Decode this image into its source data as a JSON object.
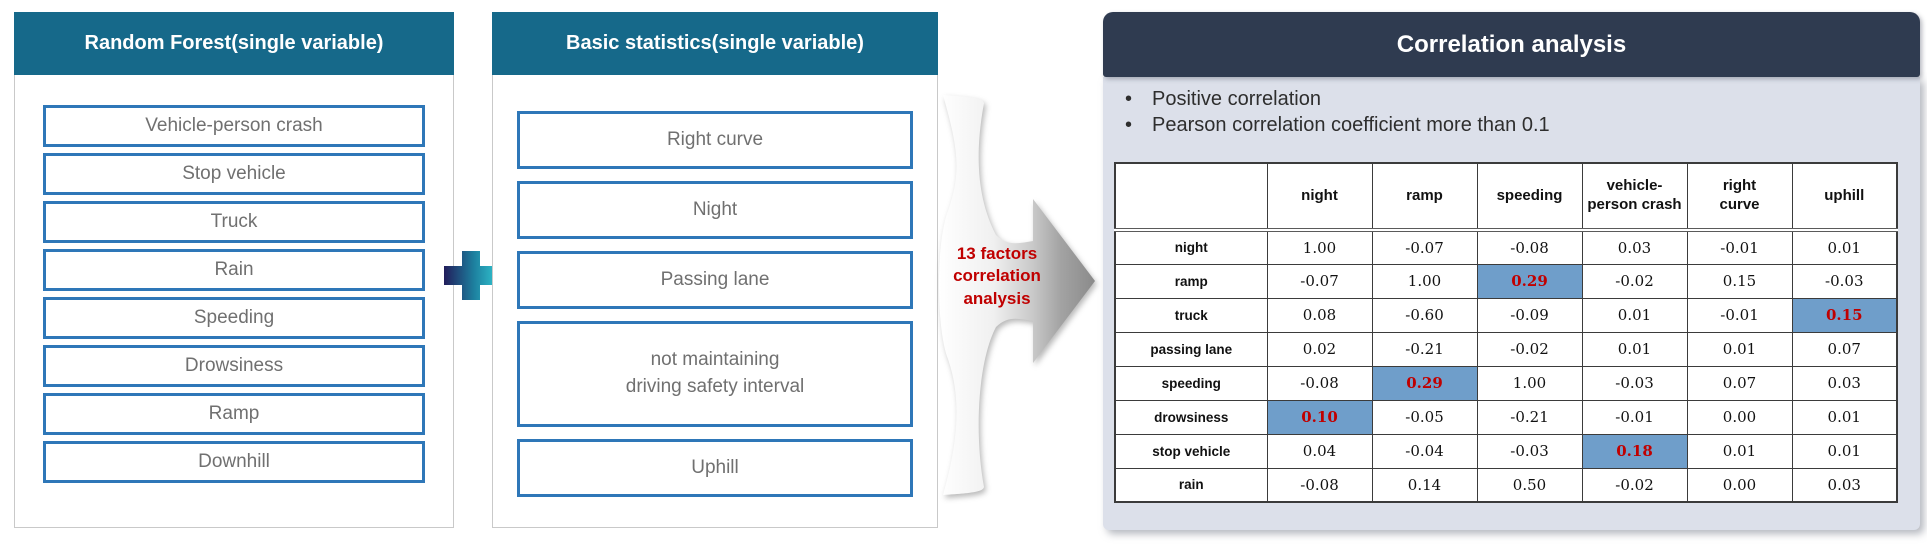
{
  "colors": {
    "panel_header": "#16698a",
    "box_border": "#2e77b8",
    "right_header": "#2f3b50",
    "right_body": "#dce0ea",
    "highlight_cell": "#6f9eca",
    "highlight_text": "#c00000",
    "accent_red": "#c00000"
  },
  "random_forest": {
    "title": "Random Forest(single variable)",
    "items": [
      "Vehicle-person crash",
      "Stop vehicle",
      "Truck",
      "Rain",
      "Speeding",
      "Drowsiness",
      "Ramp",
      "Downhill"
    ]
  },
  "basic_statistics": {
    "title": "Basic statistics(single variable)",
    "items": [
      "Right curve",
      "Night",
      "Passing lane",
      "not maintaining\ndriving safety interval",
      "Uphill"
    ]
  },
  "arrow": {
    "label": "13 factors\ncorrelation\nanalysis"
  },
  "correlation": {
    "title": "Correlation analysis",
    "bullets": [
      "Positive correlation",
      "Pearson correlation coefficient more than 0.1"
    ],
    "table": {
      "corner": "",
      "columns": [
        "night",
        "ramp",
        "speeding",
        "vehicle-\nperson crash",
        "right\ncurve",
        "uphill"
      ],
      "rows": [
        {
          "label": "night",
          "values": [
            "1.00",
            "-0.07",
            "-0.08",
            "0.03",
            "-0.01",
            "0.01"
          ],
          "highlight": []
        },
        {
          "label": "ramp",
          "values": [
            "-0.07",
            "1.00",
            "0.29",
            "-0.02",
            "0.15",
            "-0.03"
          ],
          "highlight": [
            2
          ]
        },
        {
          "label": "truck",
          "values": [
            "0.08",
            "-0.60",
            "-0.09",
            "0.01",
            "-0.01",
            "0.15"
          ],
          "highlight": [
            5
          ]
        },
        {
          "label": "passing lane",
          "values": [
            "0.02",
            "-0.21",
            "-0.02",
            "0.01",
            "0.01",
            "0.07"
          ],
          "highlight": []
        },
        {
          "label": "speeding",
          "values": [
            "-0.08",
            "0.29",
            "1.00",
            "-0.03",
            "0.07",
            "0.03"
          ],
          "highlight": [
            1
          ]
        },
        {
          "label": "drowsiness",
          "values": [
            "0.10",
            "-0.05",
            "-0.21",
            "-0.01",
            "0.00",
            "0.01"
          ],
          "highlight": [
            0
          ]
        },
        {
          "label": "stop vehicle",
          "values": [
            "0.04",
            "-0.04",
            "-0.03",
            "0.18",
            "0.01",
            "0.01"
          ],
          "highlight": [
            3
          ]
        },
        {
          "label": "rain",
          "values": [
            "-0.08",
            "0.14",
            "0.50",
            "-0.02",
            "0.00",
            "0.03"
          ],
          "highlight": []
        }
      ]
    }
  }
}
